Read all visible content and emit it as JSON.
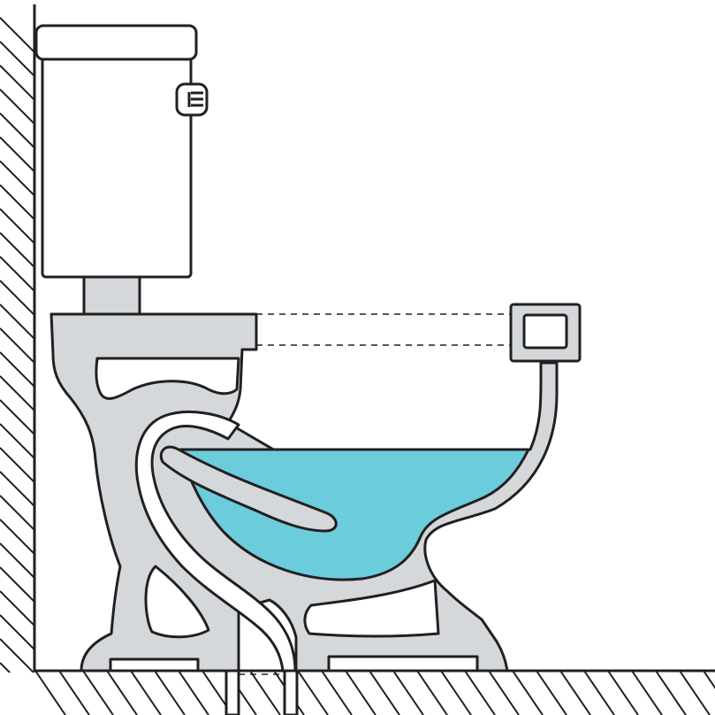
{
  "colors": {
    "porcelain": "#d5d8da",
    "water": "#6bccdc",
    "outline": "#231f20",
    "background": "#ffffff"
  },
  "components": [
    "wall",
    "floor",
    "toilet-tank",
    "flush-handle",
    "tank-lid",
    "bowl",
    "rim-channel",
    "trapway",
    "bowl-water",
    "seat-profile",
    "drain-pipe"
  ],
  "icons": [
    "flush-handle-icon"
  ]
}
